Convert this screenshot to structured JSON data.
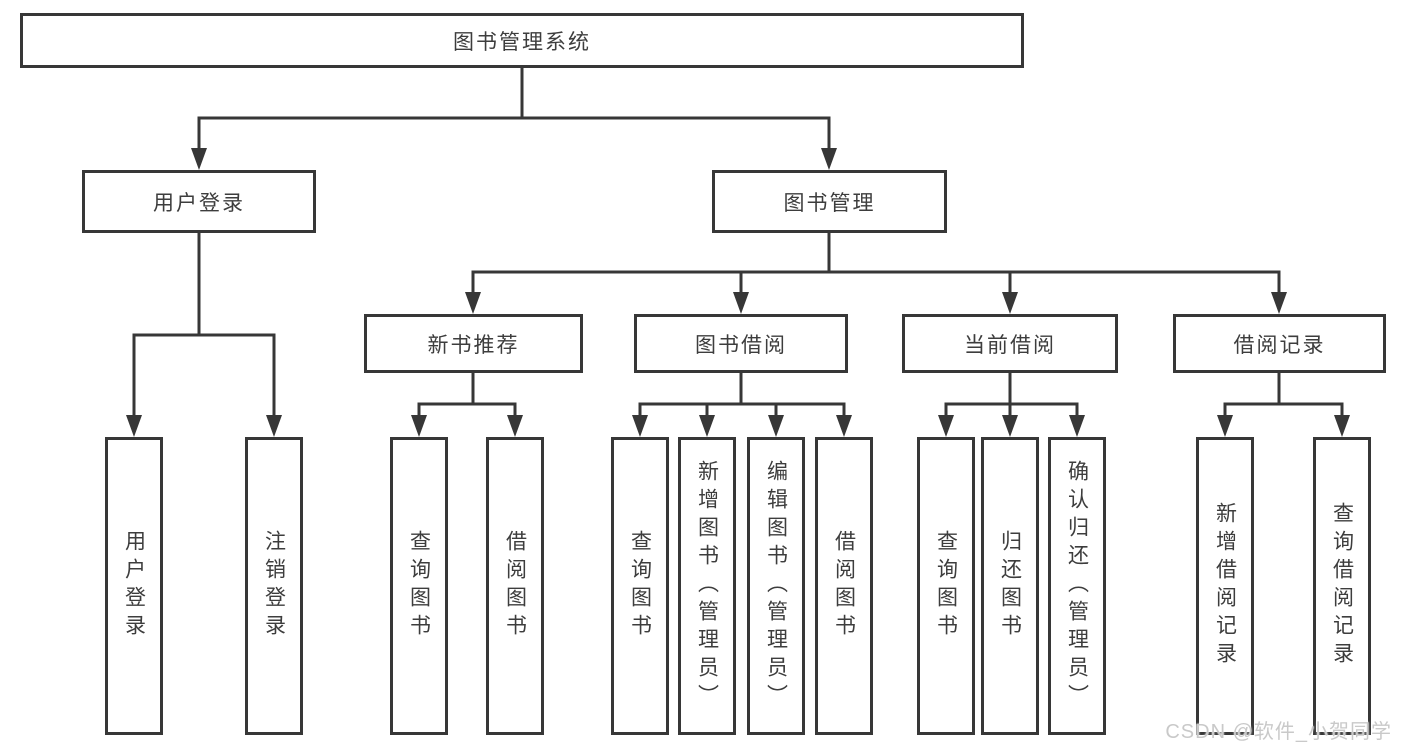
{
  "diagram": {
    "root": {
      "label": "图书管理系统"
    },
    "branches": [
      {
        "label": "用户登录",
        "children": [
          {
            "label": "用户登录"
          },
          {
            "label": "注销登录"
          }
        ]
      },
      {
        "label": "图书管理",
        "groups": [
          {
            "label": "新书推荐",
            "children": [
              {
                "label": "查询图书"
              },
              {
                "label": "借阅图书"
              }
            ]
          },
          {
            "label": "图书借阅",
            "children": [
              {
                "label": "查询图书"
              },
              {
                "label": "新增图书（管理员）"
              },
              {
                "label": "编辑图书（管理员）"
              },
              {
                "label": "借阅图书"
              }
            ]
          },
          {
            "label": "当前借阅",
            "children": [
              {
                "label": "查询图书"
              },
              {
                "label": "归还图书"
              },
              {
                "label": "确认归还（管理员）"
              }
            ]
          },
          {
            "label": "借阅记录",
            "children": [
              {
                "label": "新增借阅记录"
              },
              {
                "label": "查询借阅记录"
              }
            ]
          }
        ]
      }
    ],
    "watermark": "CSDN @软件_小贺同学",
    "colors": {
      "line": "#373737",
      "text": "#3d3d3d",
      "watermark": "#c9c9c9"
    }
  }
}
